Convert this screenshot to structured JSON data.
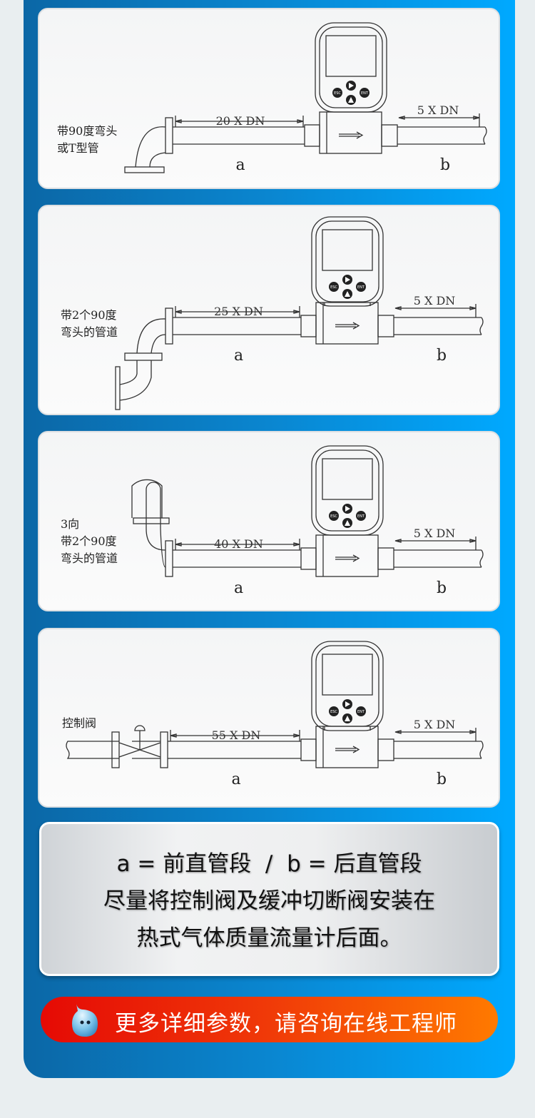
{
  "diagrams": [
    {
      "labels": [
        "带90度弯头",
        "或T型管"
      ],
      "upstream": "20 X DN",
      "downstream": "5 X DN",
      "a": "a",
      "b": "b"
    },
    {
      "labels": [
        "带2个90度",
        "弯头的管道"
      ],
      "upstream": "25 X DN",
      "downstream": "5 X DN",
      "a": "a",
      "b": "b"
    },
    {
      "labels": [
        "3向",
        "带2个90度",
        "弯头的管道"
      ],
      "upstream": "40 X DN",
      "downstream": "5 X DN",
      "a": "a",
      "b": "b"
    },
    {
      "labels": [
        "控制阀"
      ],
      "upstream": "55 X DN",
      "downstream": "5 X DN",
      "a": "a",
      "b": "b"
    }
  ],
  "meter": {
    "esc": "ESC",
    "ent": "ENT"
  },
  "info": {
    "line1": "a = 前直管段  /  b = 后直管段",
    "line2": "尽量将控制阀及缓冲切断阀安装在",
    "line3": "热式气体质量流量计后面。"
  },
  "cta": {
    "label": "更多详细参数，请咨询在线工程师",
    "icon": "chat-droplet-icon"
  }
}
